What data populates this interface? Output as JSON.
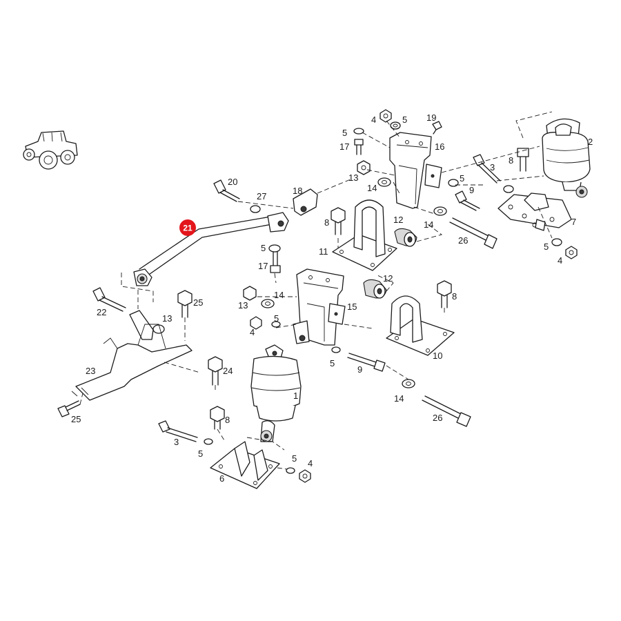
{
  "diagram": {
    "highlighted_part": "21",
    "callouts": [
      {
        "id": "c-2",
        "text": "2"
      },
      {
        "id": "c-4a",
        "text": "4"
      },
      {
        "id": "c-5a",
        "text": "5"
      },
      {
        "id": "c-19",
        "text": "19"
      },
      {
        "id": "c-5b",
        "text": "5"
      },
      {
        "id": "c-17a",
        "text": "17"
      },
      {
        "id": "c-16",
        "text": "16"
      },
      {
        "id": "c-3",
        "text": "3"
      },
      {
        "id": "c-8a",
        "text": "8"
      },
      {
        "id": "c-5c",
        "text": "5"
      },
      {
        "id": "c-9a",
        "text": "9"
      },
      {
        "id": "c-13a",
        "text": "13"
      },
      {
        "id": "c-14a",
        "text": "14"
      },
      {
        "id": "c-20",
        "text": "20"
      },
      {
        "id": "c-27",
        "text": "27"
      },
      {
        "id": "c-18",
        "text": "18"
      },
      {
        "id": "c-8b",
        "text": "8"
      },
      {
        "id": "c-12a",
        "text": "12"
      },
      {
        "id": "c-14b",
        "text": "14"
      },
      {
        "id": "c-26a",
        "text": "26"
      },
      {
        "id": "c-7",
        "text": "7"
      },
      {
        "id": "c-5d",
        "text": "5"
      },
      {
        "id": "c-4b",
        "text": "4"
      },
      {
        "id": "c-11",
        "text": "11"
      },
      {
        "id": "c-5e",
        "text": "5"
      },
      {
        "id": "c-17b",
        "text": "17"
      },
      {
        "id": "c-12b",
        "text": "12"
      },
      {
        "id": "c-14c",
        "text": "14"
      },
      {
        "id": "c-13b",
        "text": "13"
      },
      {
        "id": "c-15",
        "text": "15"
      },
      {
        "id": "c-8c",
        "text": "8"
      },
      {
        "id": "c-25a",
        "text": "25"
      },
      {
        "id": "c-22",
        "text": "22"
      },
      {
        "id": "c-13c",
        "text": "13"
      },
      {
        "id": "c-5f",
        "text": "5"
      },
      {
        "id": "c-4c",
        "text": "4"
      },
      {
        "id": "c-10",
        "text": "10"
      },
      {
        "id": "c-5g",
        "text": "5"
      },
      {
        "id": "c-9b",
        "text": "9"
      },
      {
        "id": "c-23",
        "text": "23"
      },
      {
        "id": "c-24",
        "text": "24"
      },
      {
        "id": "c-1",
        "text": "1"
      },
      {
        "id": "c-14d",
        "text": "14"
      },
      {
        "id": "c-26b",
        "text": "26"
      },
      {
        "id": "c-25b",
        "text": "25"
      },
      {
        "id": "c-8d",
        "text": "8"
      },
      {
        "id": "c-3b",
        "text": "3"
      },
      {
        "id": "c-5h",
        "text": "5"
      },
      {
        "id": "c-5i",
        "text": "5"
      },
      {
        "id": "c-4d",
        "text": "4"
      },
      {
        "id": "c-6",
        "text": "6"
      }
    ]
  }
}
